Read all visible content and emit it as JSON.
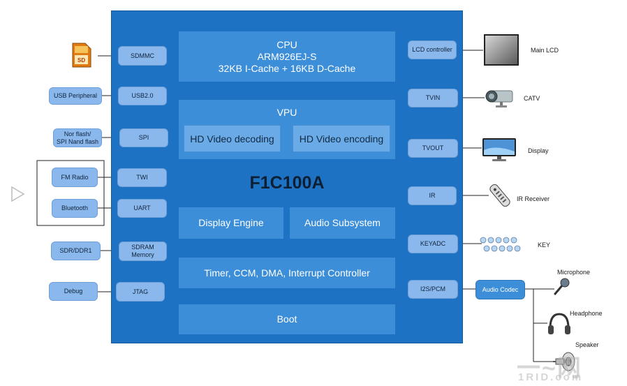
{
  "chip": {
    "title": "F1C100A",
    "cpu": {
      "title": "CPU",
      "line2": "ARM926EJ-S",
      "line3": "32KB  I-Cache + 16KB D-Cache"
    },
    "vpu": {
      "title": "VPU",
      "decode": "HD Video decoding",
      "encode": "HD Video encoding"
    },
    "display_engine": "Display  Engine",
    "audio_subsystem": "Audio Subsystem",
    "timer": "Timer, CCM, DMA, Interrupt Controller",
    "boot": "Boot"
  },
  "left_ports": {
    "sdmmc": "SDMMC",
    "usb": "USB2.0",
    "spi": "SPI",
    "twi": "TWI",
    "uart": "UART",
    "sdram_1": "SDRAM",
    "sdram_2": "Memory",
    "jtag": "JTAG"
  },
  "left_ext": {
    "usb_peripheral": "USB Peripheral",
    "nor_1": "Nor flash/",
    "nor_2": "SPI Nand flash",
    "fm_radio": "FM Radio",
    "bluetooth": "Bluetooth",
    "sdr": "SDR/DDR1",
    "debug": "Debug"
  },
  "right_ports": {
    "lcd": "LCD controller",
    "tvin": "TVIN",
    "tvout": "TVOUT",
    "ir": "IR",
    "keyadc": "KEYADC",
    "i2s": "I2S/PCM"
  },
  "right_ext": {
    "audio_codec": "Audio Codec"
  },
  "right_labels": {
    "main_lcd": "Main LCD",
    "catv": "CATV",
    "display": "Display",
    "ir_receiver": "IR Receiver",
    "key": "KEY",
    "microphone": "Microphone",
    "headphone": "Headphone",
    "speaker": "Speaker"
  },
  "sd_card_text": "SD",
  "colors": {
    "chip": "#1d72c4",
    "block": "#3d8ed8",
    "port": "#8ab8ec"
  }
}
